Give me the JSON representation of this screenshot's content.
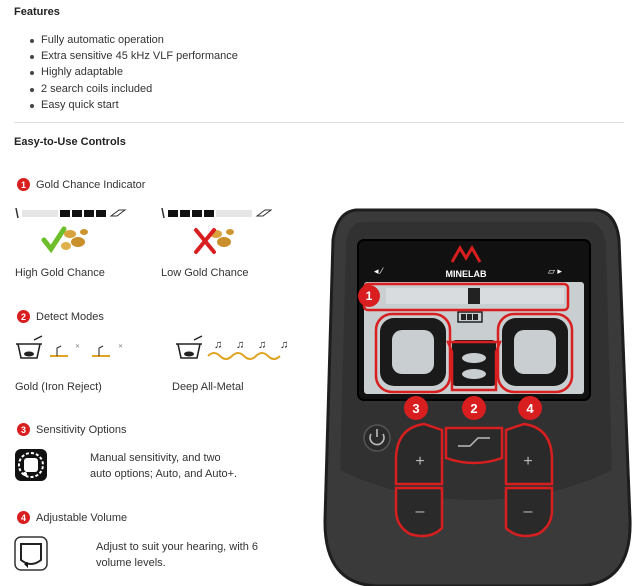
{
  "features": {
    "title": "Features",
    "items": [
      "Fully automatic operation",
      "Extra sensitive 45 kHz VLF performance",
      "Highly adaptable",
      "2 search coils included",
      "Easy quick start"
    ]
  },
  "controls": {
    "title": "Easy-to-Use Controls",
    "gold_chance": {
      "number": "1",
      "title": "Gold Chance Indicator",
      "high_label": "High Gold Chance",
      "low_label": "Low Gold Chance"
    },
    "detect_modes": {
      "number": "2",
      "title": "Detect Modes",
      "gold_label": "Gold (Iron Reject)",
      "deep_label": "Deep All-Metal"
    },
    "sensitivity": {
      "number": "3",
      "title": "Sensitivity Options",
      "desc_line1": "Manual sensitivity, and two",
      "desc_line2": "auto options; Auto, and Auto+."
    },
    "volume": {
      "number": "4",
      "title": "Adjustable Volume",
      "desc_line1": "Adjust to suit your hearing, with 6",
      "desc_line2": "volume levels."
    }
  },
  "device": {
    "brand": "MINELAB",
    "callouts": [
      "1",
      "2",
      "3",
      "4"
    ],
    "accent_color": "#d81e1e"
  }
}
